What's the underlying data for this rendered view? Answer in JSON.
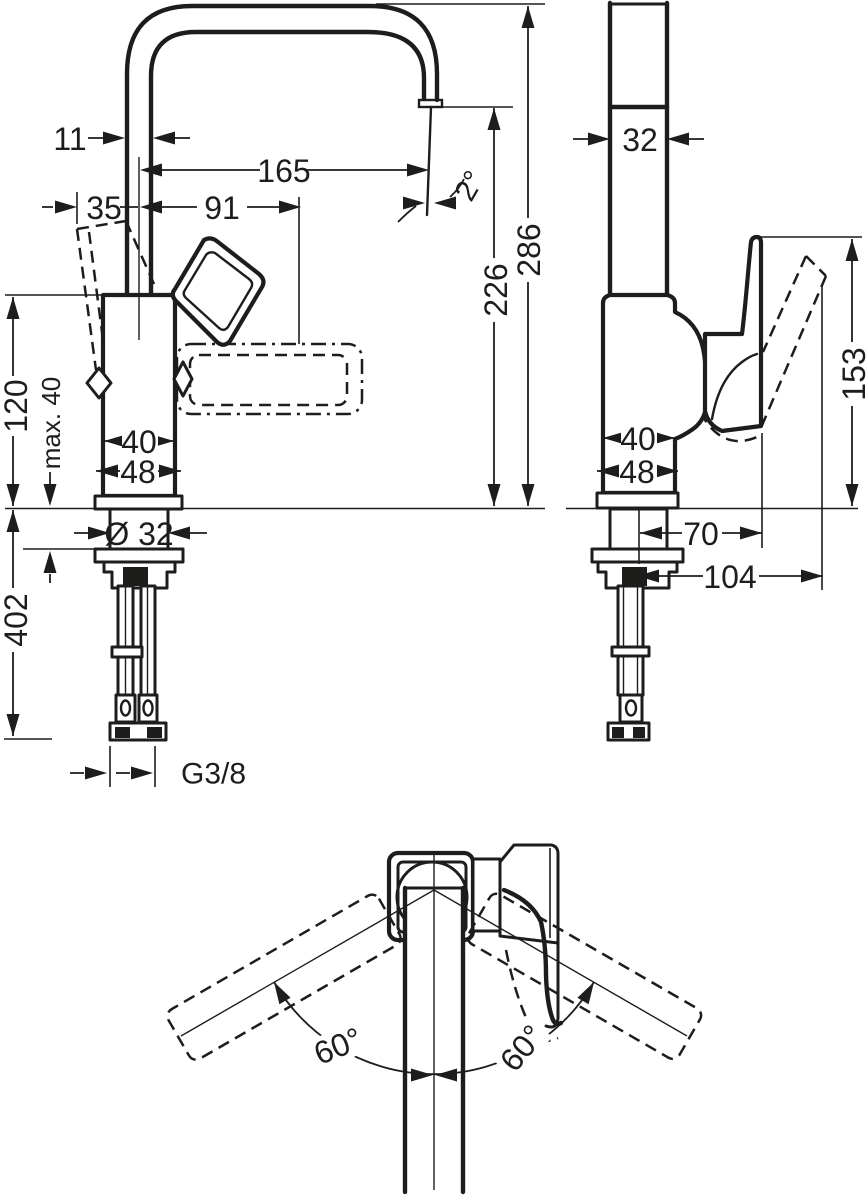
{
  "drawing": {
    "background": "#ffffff",
    "ink_color": "#1d1d1b",
    "front_view": {
      "pipe_width": "11",
      "spout_reach": "165",
      "lever_offset": "35",
      "spout_reach_inner": "91",
      "stream_angle": "2°",
      "height_total": "286",
      "height_outlet": "226",
      "height_body": "120",
      "deck_thickness_max": "max. 40",
      "body_width": "40",
      "base_width": "48",
      "hole_diameter": "Ø 32",
      "supply_length": "402",
      "thread": "G3/8"
    },
    "side_view": {
      "spout_depth": "32",
      "lever_height": "153",
      "body_depth": "40",
      "base_depth": "48",
      "lever_projection": "70",
      "lever_projection_open": "104"
    },
    "top_view": {
      "swivel_left": "60°",
      "swivel_right": "60°"
    }
  }
}
